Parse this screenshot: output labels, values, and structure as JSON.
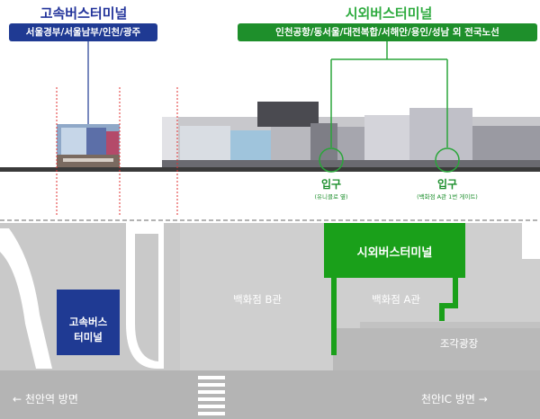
{
  "express_terminal": {
    "title": "고속버스터미널",
    "routes": "서울경부/서울남부/인천/광주",
    "map_label_line1": "고속버스",
    "map_label_line2": "터미널"
  },
  "intercity_terminal": {
    "title": "시외버스터미널",
    "routes": "인천공항/동서울/대전복합/서해안/용인/성남  외  전국노선",
    "map_label": "시외버스터미널"
  },
  "entrances": [
    {
      "label": "입구",
      "sub": "(유니클로 옆)"
    },
    {
      "label": "입구",
      "sub": "(백화점 A관 1번 게이트)"
    }
  ],
  "map": {
    "dept_b": "백화점 B관",
    "dept_a": "백화점 A관",
    "plaza": "조각광장",
    "dir_left": "←  천안역 방면",
    "dir_right": "천안IC 방면  →"
  },
  "colors": {
    "express_blue": "#1f3a93",
    "intercity_green": "#1e8f2b",
    "map_gray": "#c9c9c9"
  }
}
